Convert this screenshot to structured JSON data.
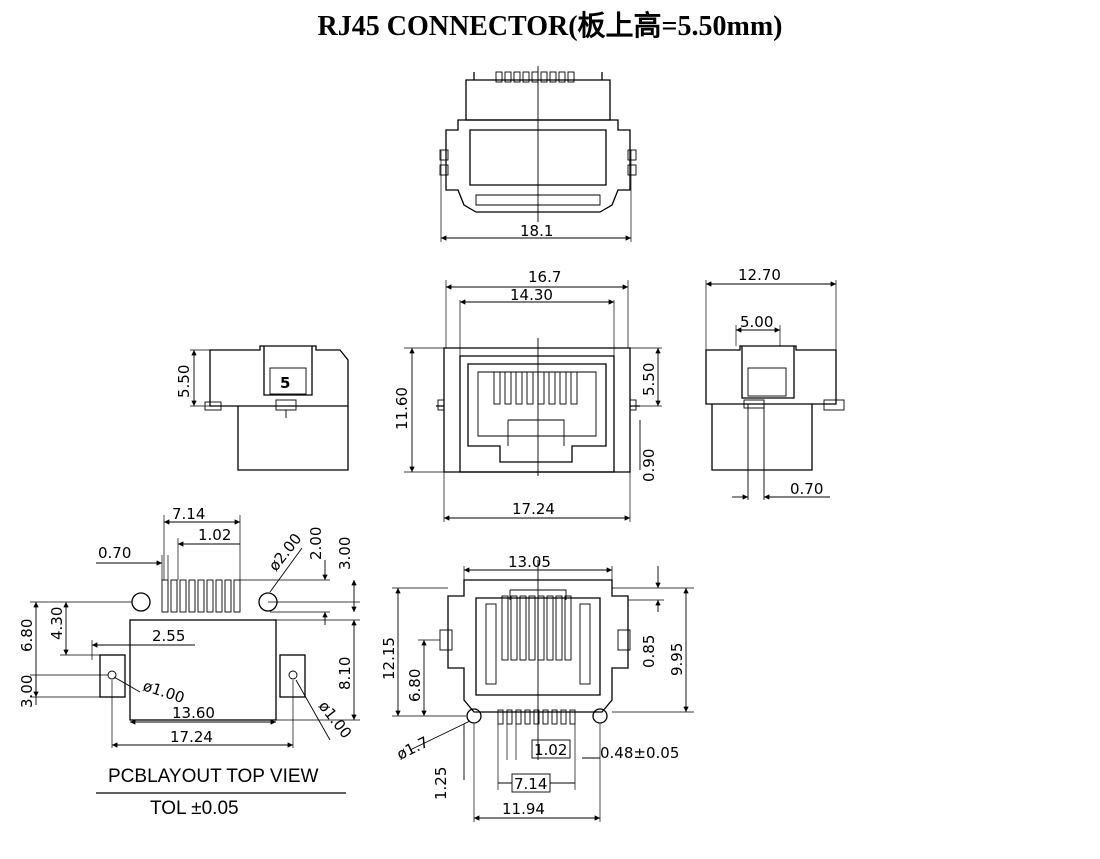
{
  "title": "RJ45 CONNECTOR(板上高=5.50mm)",
  "top_view": {
    "width": "18.1"
  },
  "front_view": {
    "overall_width": "16.7",
    "inner_width": "14.30",
    "height": "11.60",
    "above_board": "5.50",
    "below_board": "0.90",
    "bottom_width": "17.24"
  },
  "left_view": {
    "height": "5.50",
    "pin_label": "5"
  },
  "right_view": {
    "depth": "12.70",
    "pin_zone": "5.00",
    "pin_width": "0.70"
  },
  "pcb_layout": {
    "pin_span": "7.14",
    "pin_pitch": "1.02",
    "pin_width": "0.70",
    "hole_dia_large": "ø2.00",
    "row_offset": "2.00",
    "to_holes": "3.00",
    "hole_y": "4.30",
    "total_y": "6.80",
    "post_y": "3.00",
    "post_offset": "2.55",
    "hole_dia_small_left": "ø1.00",
    "hole_dia_small_right": "ø1.00",
    "post_span": "13.60",
    "overall_width": "17.24",
    "body_height": "8.10",
    "caption": "PCBLAYOUT TOP VIEW",
    "tolerance": "TOL ±0.05"
  },
  "bottom_view": {
    "width": "13.05",
    "overall_height": "12.15",
    "post_height": "6.80",
    "body_height": "9.95",
    "tab": "0.85",
    "hole": "ø1.7",
    "pitch": "1.02",
    "pin_width": "0.48±0.05",
    "pin_span": "7.14",
    "lead_length": "1.25",
    "overall_width": "11.94"
  }
}
